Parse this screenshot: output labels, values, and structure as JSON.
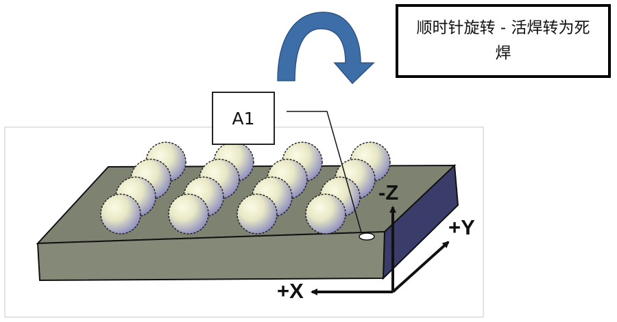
{
  "note": {
    "text": "顺时针旋转 - 活焊转为死焊"
  },
  "pin_label": {
    "text": "A1"
  },
  "axes": {
    "z": "-Z",
    "y": "+Y",
    "x": "+X"
  },
  "colors": {
    "arrow": "#3d6ea8",
    "board_top": "#7d8271",
    "board_front": "#858a78",
    "board_side": "#3a3d6a",
    "ball_light": "#fbfbe6",
    "ball_dark": "#8c8cc0"
  },
  "icons": {
    "rotation_arrow": "clockwise-rotation-arrow-icon",
    "pin_marker": "pin-a1-marker"
  }
}
